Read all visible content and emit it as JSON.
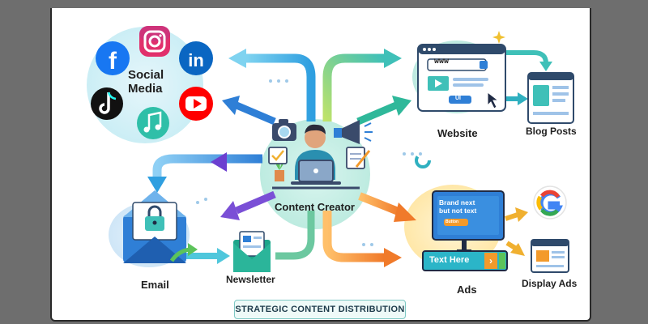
{
  "labels": {
    "social_media": "Social\nMedia",
    "website": "Website",
    "blog_posts": "Blog Posts",
    "content_creator": "Content Creator",
    "email": "Email",
    "newsletter": "Newsletter",
    "ads": "Ads",
    "display_ads": "Display Ads"
  },
  "website_window": {
    "url": "www",
    "button": "UI"
  },
  "billboard": {
    "headline": "Brand next\nbut not text",
    "cta": "Button"
  },
  "banner_ad": {
    "text": "Text Here"
  },
  "footer": {
    "title": "STRATEGIC CONTENT DISTRIBUTION"
  },
  "icons": [
    "facebook-icon",
    "instagram-icon",
    "linkedin-icon",
    "tiktok-icon",
    "youtube-icon",
    "music-icon",
    "camera-icon",
    "megaphone-icon",
    "laptop-icon",
    "plant-icon",
    "checklist-icon",
    "notepad-icon",
    "envelope-icon",
    "lock-icon",
    "newsletter-icon",
    "google-icon",
    "cursor-icon",
    "billboard-icon"
  ],
  "colors": {
    "teal": "#3fc0b8",
    "blue": "#2f7fd6",
    "purple": "#7a4fd6",
    "orange": "#f39a2b",
    "green": "#5cc35a"
  }
}
